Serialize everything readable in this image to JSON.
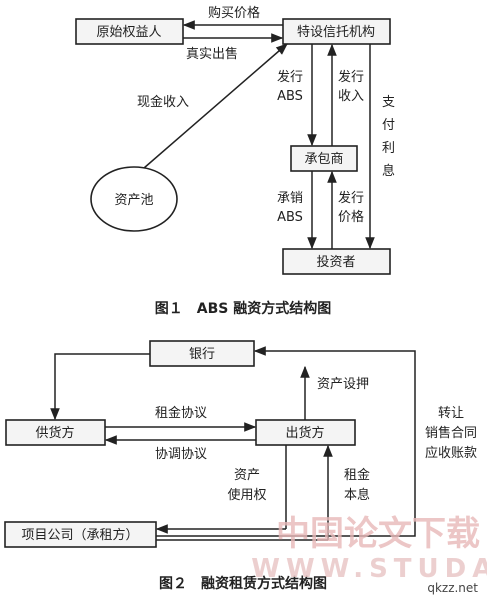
{
  "figure1": {
    "caption": "图１　ABS 融资方式结构图",
    "boxes": {
      "originator": "原始权益人",
      "trust": "特设信托机构",
      "asset_pool": "资产池",
      "underwriter": "承包商",
      "investor": "投资者"
    },
    "labels": {
      "buy_price": "购买价格",
      "true_sale": "真实出售",
      "cash_income": "现金收入",
      "issue_abs_l1": "发行",
      "issue_abs_l2": "ABS",
      "issue_income_l1": "发行",
      "issue_income_l2": "收入",
      "pay_interest": "支付利息",
      "underwrite_abs_l1": "承销",
      "underwrite_abs_l2": "ABS",
      "issue_price_l1": "发行",
      "issue_price_l2": "价格"
    }
  },
  "figure2": {
    "caption": "图２　融资租赁方式结构图",
    "boxes": {
      "bank": "银行",
      "supplier": "供货方",
      "lessor": "出货方",
      "project_company": "项目公司（承租方）"
    },
    "labels": {
      "rent_agreement": "租金协议",
      "coord_agreement": "协调协议",
      "asset_mortgage": "资产设押",
      "asset_use_l1": "资产",
      "asset_use_l2": "使用权",
      "rent_interest_l1": "租金",
      "rent_interest_l2": "本息",
      "transfer_l1": "转让",
      "transfer_l2": "销售合同",
      "transfer_l3": "应收账款"
    }
  },
  "watermark": {
    "line1": "中国论文下载",
    "line2": "WWW.STUDA.",
    "site": "qkzz.net"
  }
}
